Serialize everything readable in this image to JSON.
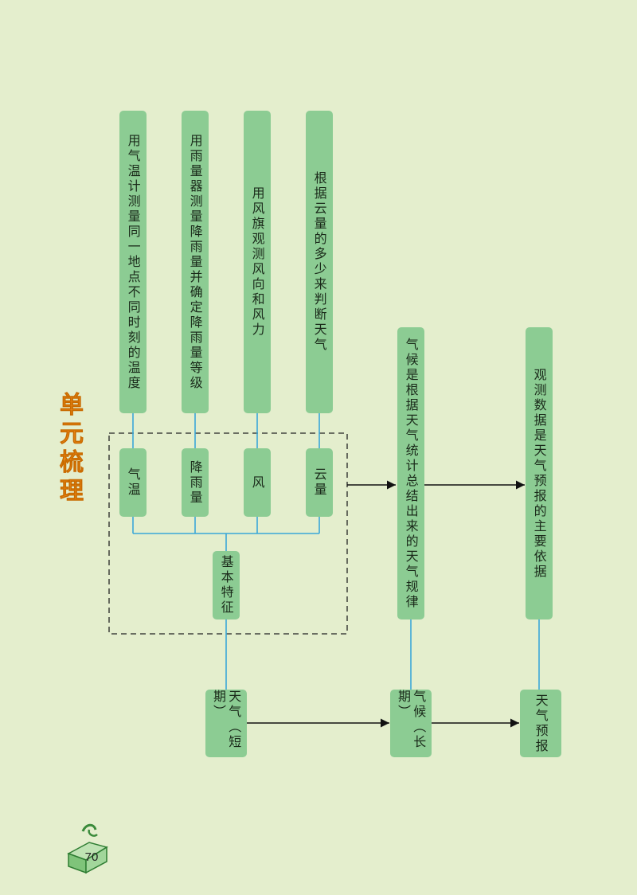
{
  "title": "单元梳理",
  "observations": [
    "用气温计测量同一地点不同时刻的温度",
    "用雨量器测量降雨量并确定降雨量等级",
    "用风旗观测风向和风力",
    "根据云量的多少来判断天气"
  ],
  "features": [
    "气温",
    "降雨量",
    "风",
    "云量"
  ],
  "basic_features": "基本特征",
  "climate_desc": "气候是根据天气统计总结出来的天气规律",
  "forecast_desc": "观测数据是天气预报的主要依据",
  "weather": "天气（短期）",
  "climate": "气候（长期）",
  "forecast": "天气预报",
  "page_number": "70"
}
